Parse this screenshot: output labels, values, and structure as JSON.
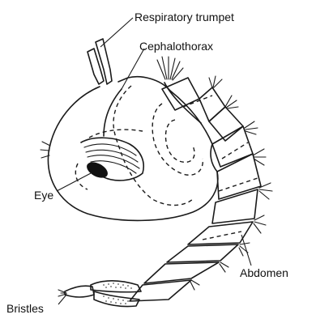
{
  "labels": {
    "respiratory_trumpet": "Respiratory trumpet",
    "cephalothorax": "Cephalothorax",
    "eye": "Eye",
    "abdomen": "Abdomen",
    "bristles": "Bristles"
  },
  "colors": {
    "ink": "#1a1a1a",
    "background": "#ffffff"
  }
}
